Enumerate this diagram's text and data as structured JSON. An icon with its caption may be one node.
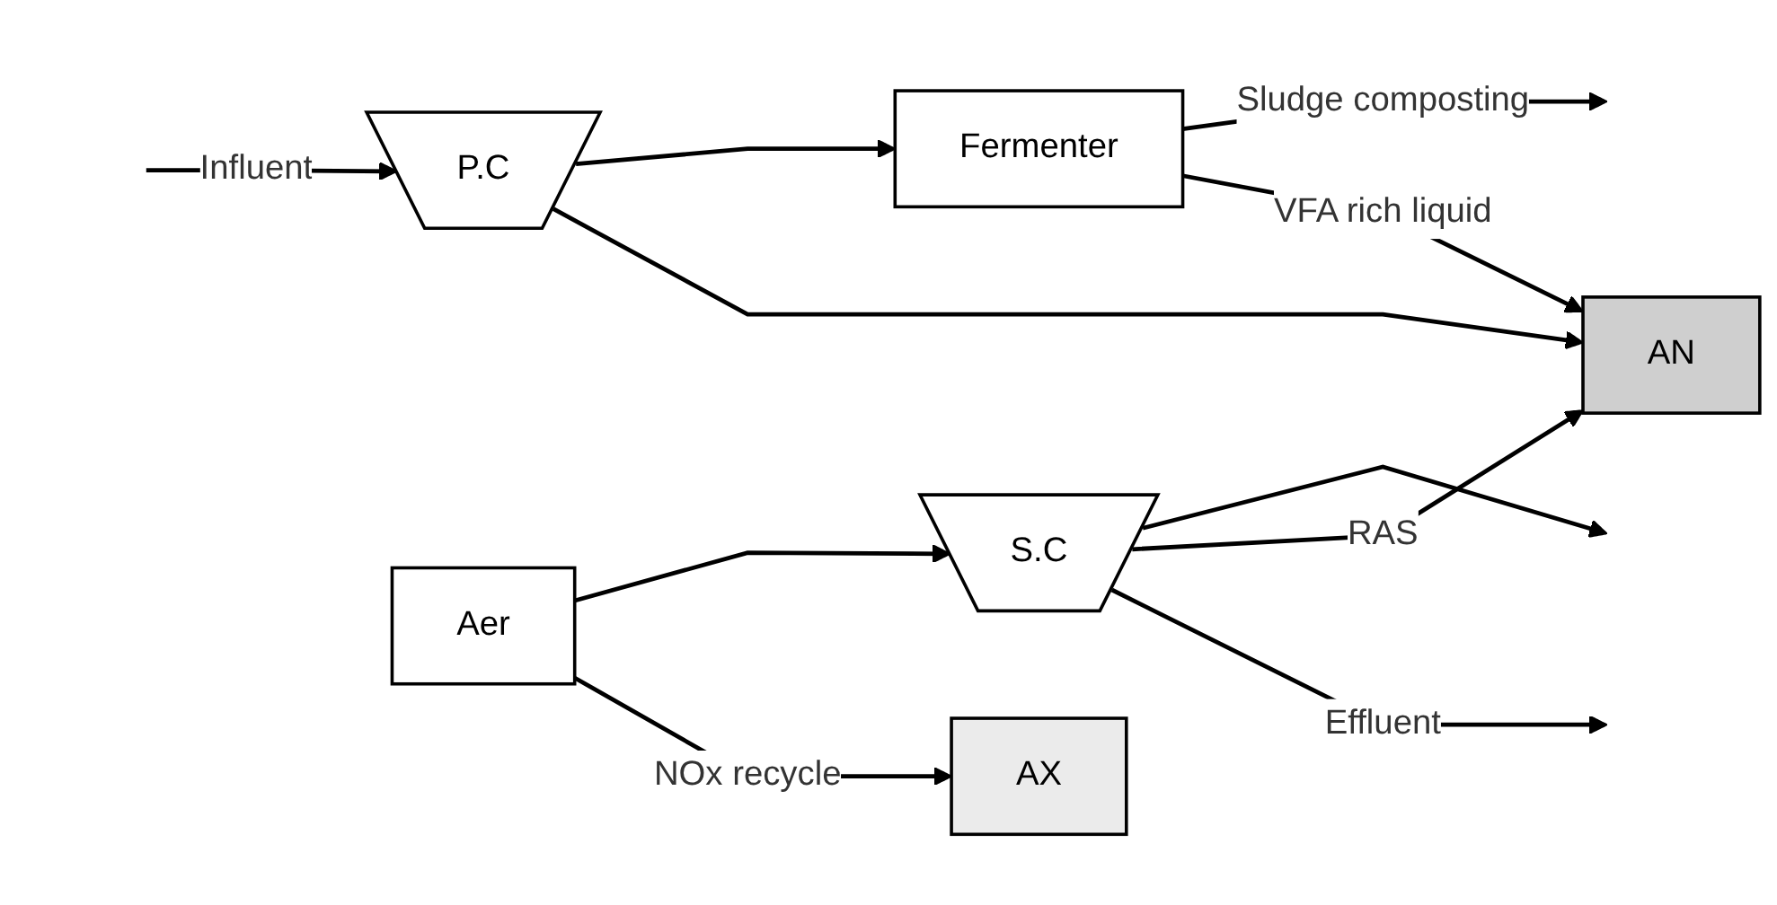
{
  "diagram": {
    "nodes": [
      {
        "text": [
          "P.C"
        ]
      },
      {
        "text": [
          "AN"
        ]
      },
      {
        "text": [
          "AX"
        ]
      },
      {
        "text": [
          "Aer"
        ]
      },
      {
        "text": [
          "S.C"
        ]
      },
      {
        "text": [
          "Fermenter"
        ]
      }
    ],
    "edges": [
      {
        "from": null,
        "to": 0,
        "arrow": "to",
        "label": "Influent"
      },
      {
        "from": 0,
        "to": 1,
        "arrow": "to"
      },
      {
        "from": 0,
        "to": 5,
        "arrow": "to"
      },
      {
        "from": 5,
        "to": 1,
        "arrow": "to",
        "label": "VFA rich liquid"
      },
      {
        "from": 3,
        "to": 2,
        "arrow": "to",
        "label": "NOx recycle"
      },
      {
        "from": 3,
        "to": 4,
        "arrow": "to"
      },
      {
        "from": 4,
        "to": null,
        "arrow": "to",
        "label": "Effluent"
      },
      {
        "from": 4,
        "to": 1,
        "arrow": "to",
        "label": "RAS"
      },
      {
        "from": 4,
        "to": null,
        "arrow": "to"
      },
      {
        "from": 5,
        "to": null,
        "arrow": "to",
        "label": "Sludge composting"
      }
    ]
  }
}
